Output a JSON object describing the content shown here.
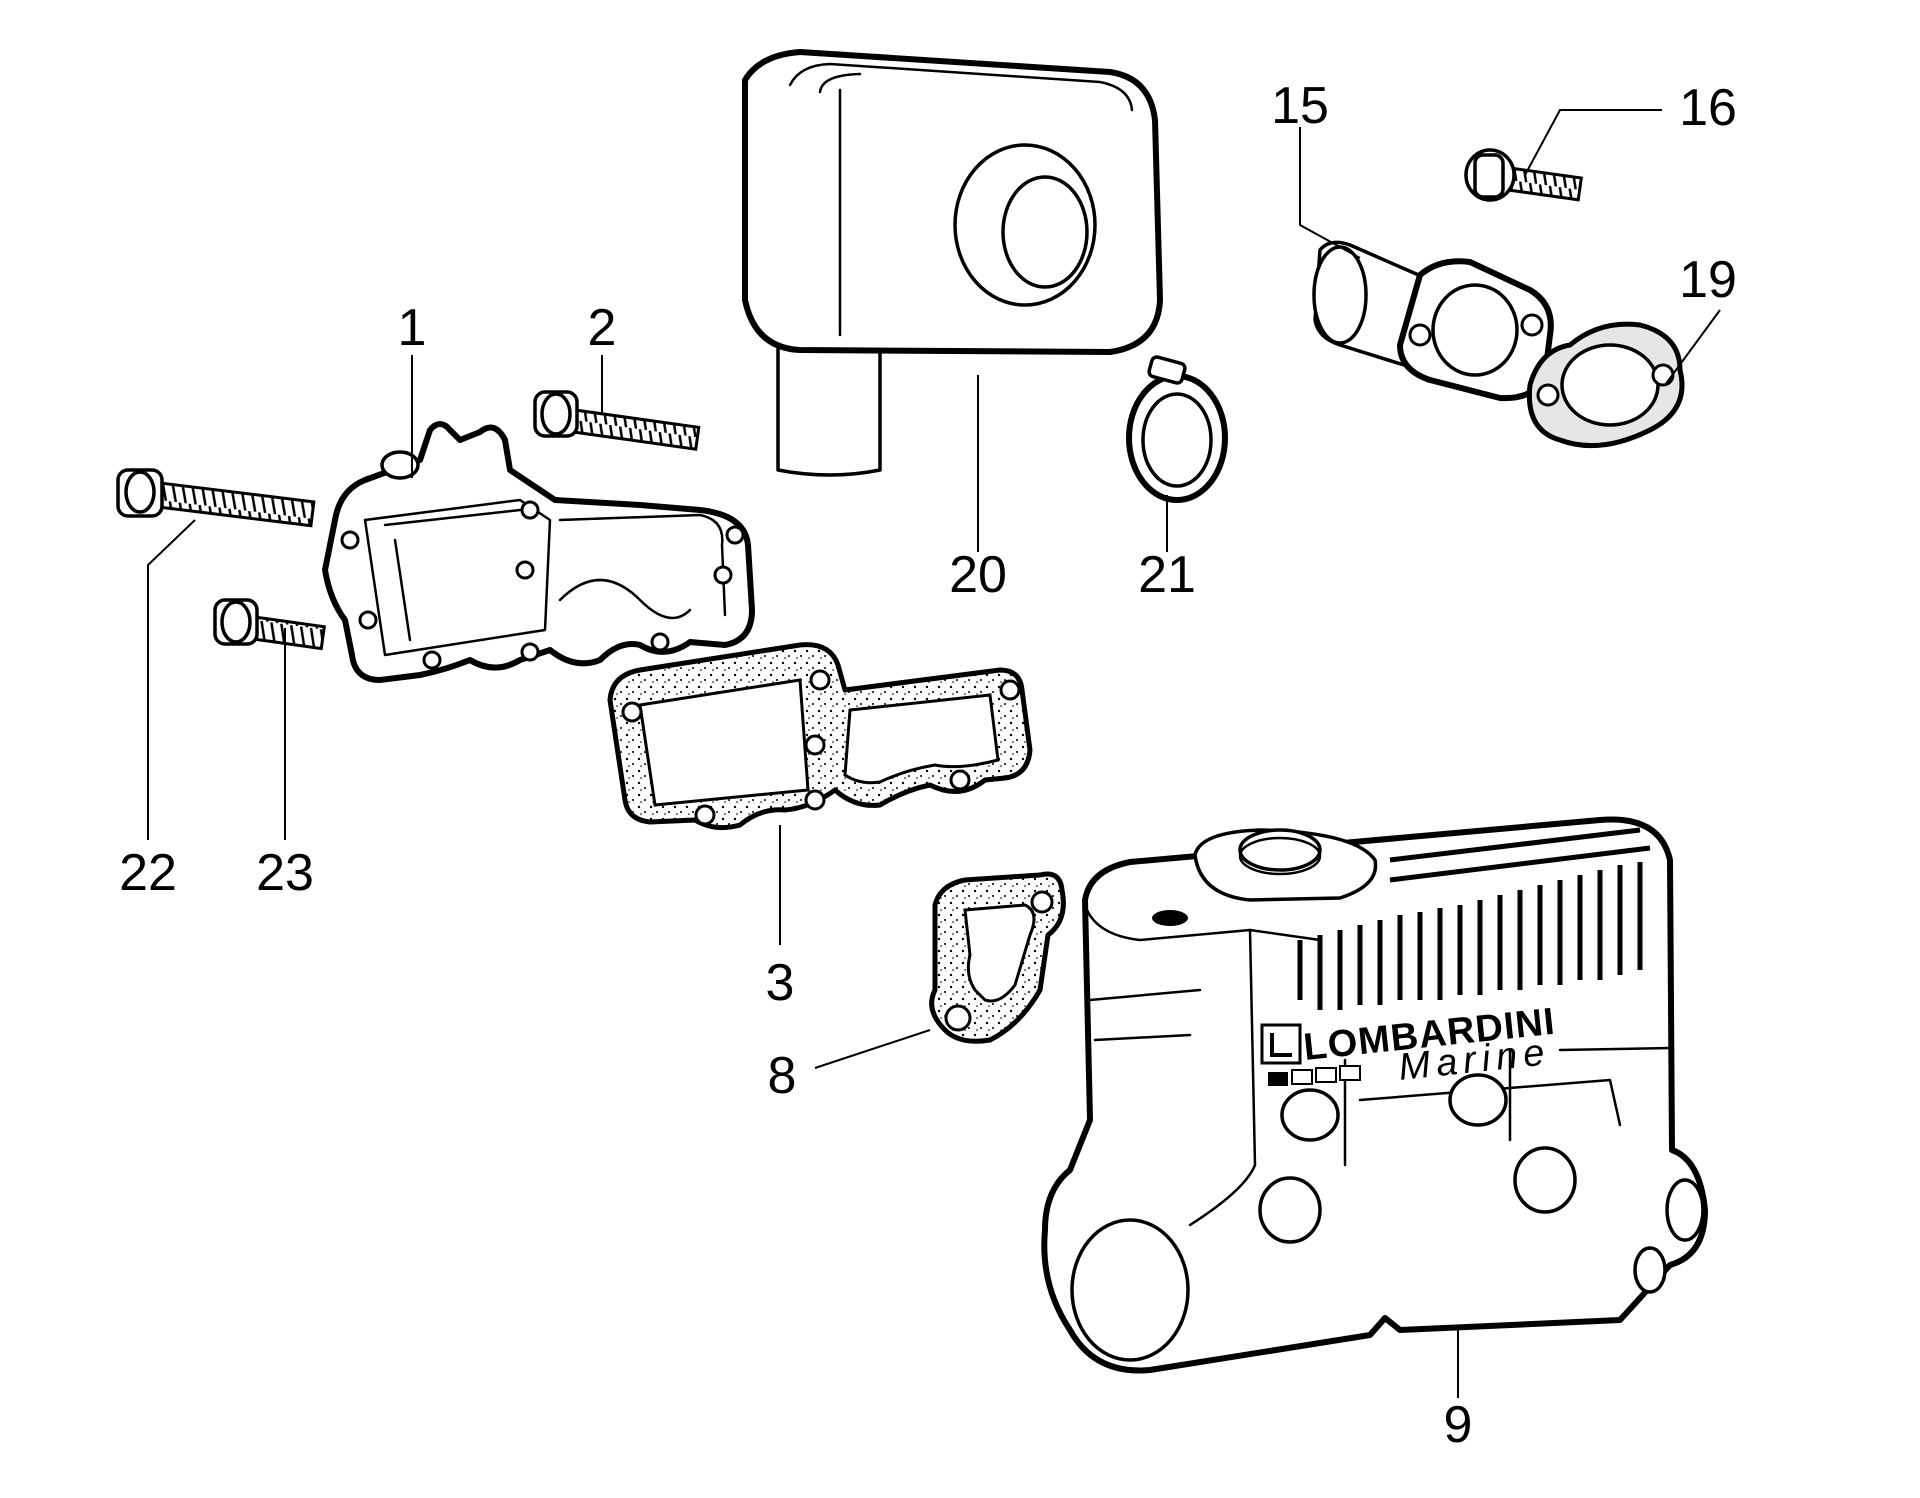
{
  "diagram": {
    "brand": {
      "name": "LOMBARDINI",
      "sub": "Marine"
    },
    "callouts": [
      {
        "id": "1",
        "label": "1"
      },
      {
        "id": "2",
        "label": "2"
      },
      {
        "id": "3",
        "label": "3"
      },
      {
        "id": "8",
        "label": "8"
      },
      {
        "id": "9",
        "label": "9"
      },
      {
        "id": "15",
        "label": "15"
      },
      {
        "id": "16",
        "label": "16"
      },
      {
        "id": "19",
        "label": "19"
      },
      {
        "id": "20",
        "label": "20"
      },
      {
        "id": "21",
        "label": "21"
      },
      {
        "id": "22",
        "label": "22"
      },
      {
        "id": "23",
        "label": "23"
      }
    ]
  }
}
